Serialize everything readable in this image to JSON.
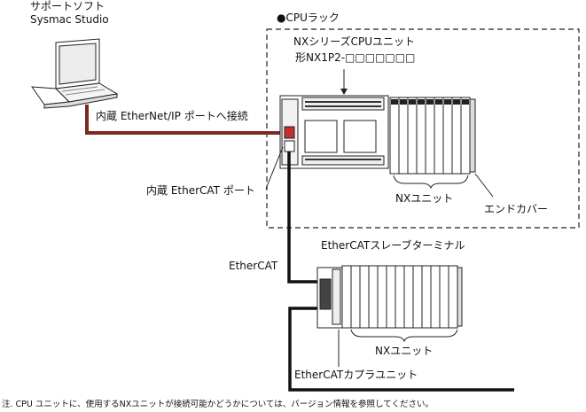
{
  "labels": {
    "support_soft_line1": "サポートソフト",
    "support_soft_line2": "Sysmac Studio",
    "cpu_rack": "●CPUラック",
    "cpu_unit_line1": "NXシリーズCPUユニット",
    "cpu_unit_line2": "形NX1P2-□□□□□□□",
    "ethernet_ip_connect": "内蔵 EtherNet/IP ポートへ接続",
    "ethercat_port": "内蔵 EtherCAT ポート",
    "nx_unit_top": "NXユニット",
    "end_cover": "エンドカバー",
    "slave_terminal": "EtherCATスレーブターミナル",
    "ethercat": "EtherCAT",
    "nx_unit_bottom": "NXユニット",
    "coupler_unit": "EtherCATカプラユニット"
  },
  "footnote": "注. CPU ユニットに、使用するNXユニットが接続可能かどうかについては、バージョン情報を参照してください。",
  "colors": {
    "ethernet_cable": "#7a2a22",
    "ethercat_cable": "#111111"
  }
}
